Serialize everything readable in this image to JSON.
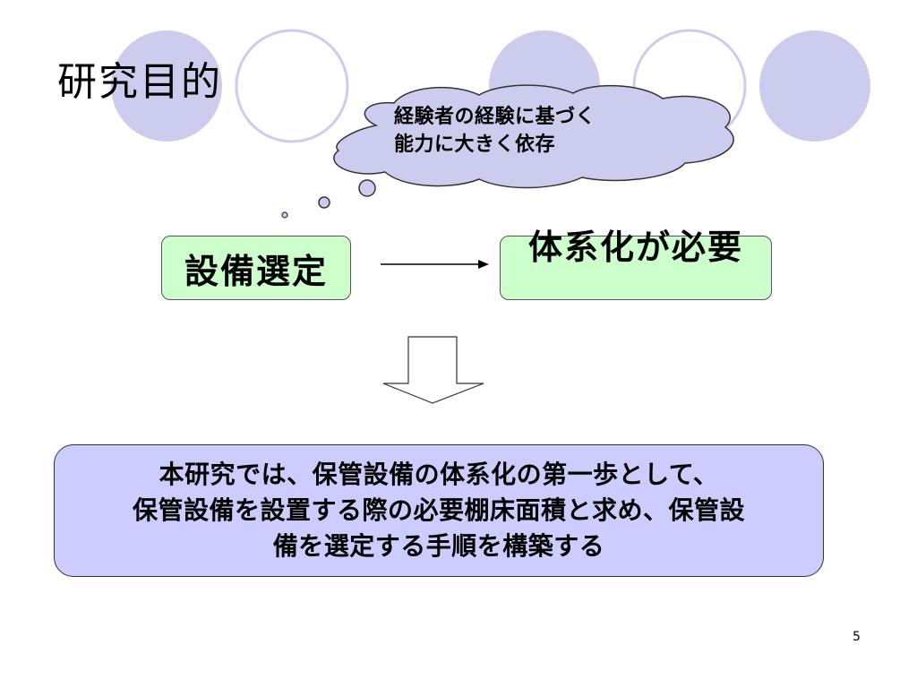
{
  "slide": {
    "title": "研究目的",
    "thought_bubble": {
      "lines": [
        "経験者の経験に基づく",
        "能力に大きく依存"
      ]
    },
    "left_box": {
      "text": "設備選定"
    },
    "right_box": {
      "text": "体系化が必要"
    },
    "summary_box": {
      "lines": [
        "本研究では、保管設備の体系化の第一歩として、",
        "保管設備を設置する際の必要棚床面積と求め、保管設",
        "備を選定する手順を構築する"
      ]
    },
    "page_number": "5"
  },
  "colors": {
    "circle_fill": "#ccccee",
    "circle_outline": "#ccccee",
    "thought_fill": "#ccccee",
    "left_box_fill": "#ccffcc",
    "right_box_fill": "#ccffcc",
    "summary_fill": "#ccccff"
  }
}
